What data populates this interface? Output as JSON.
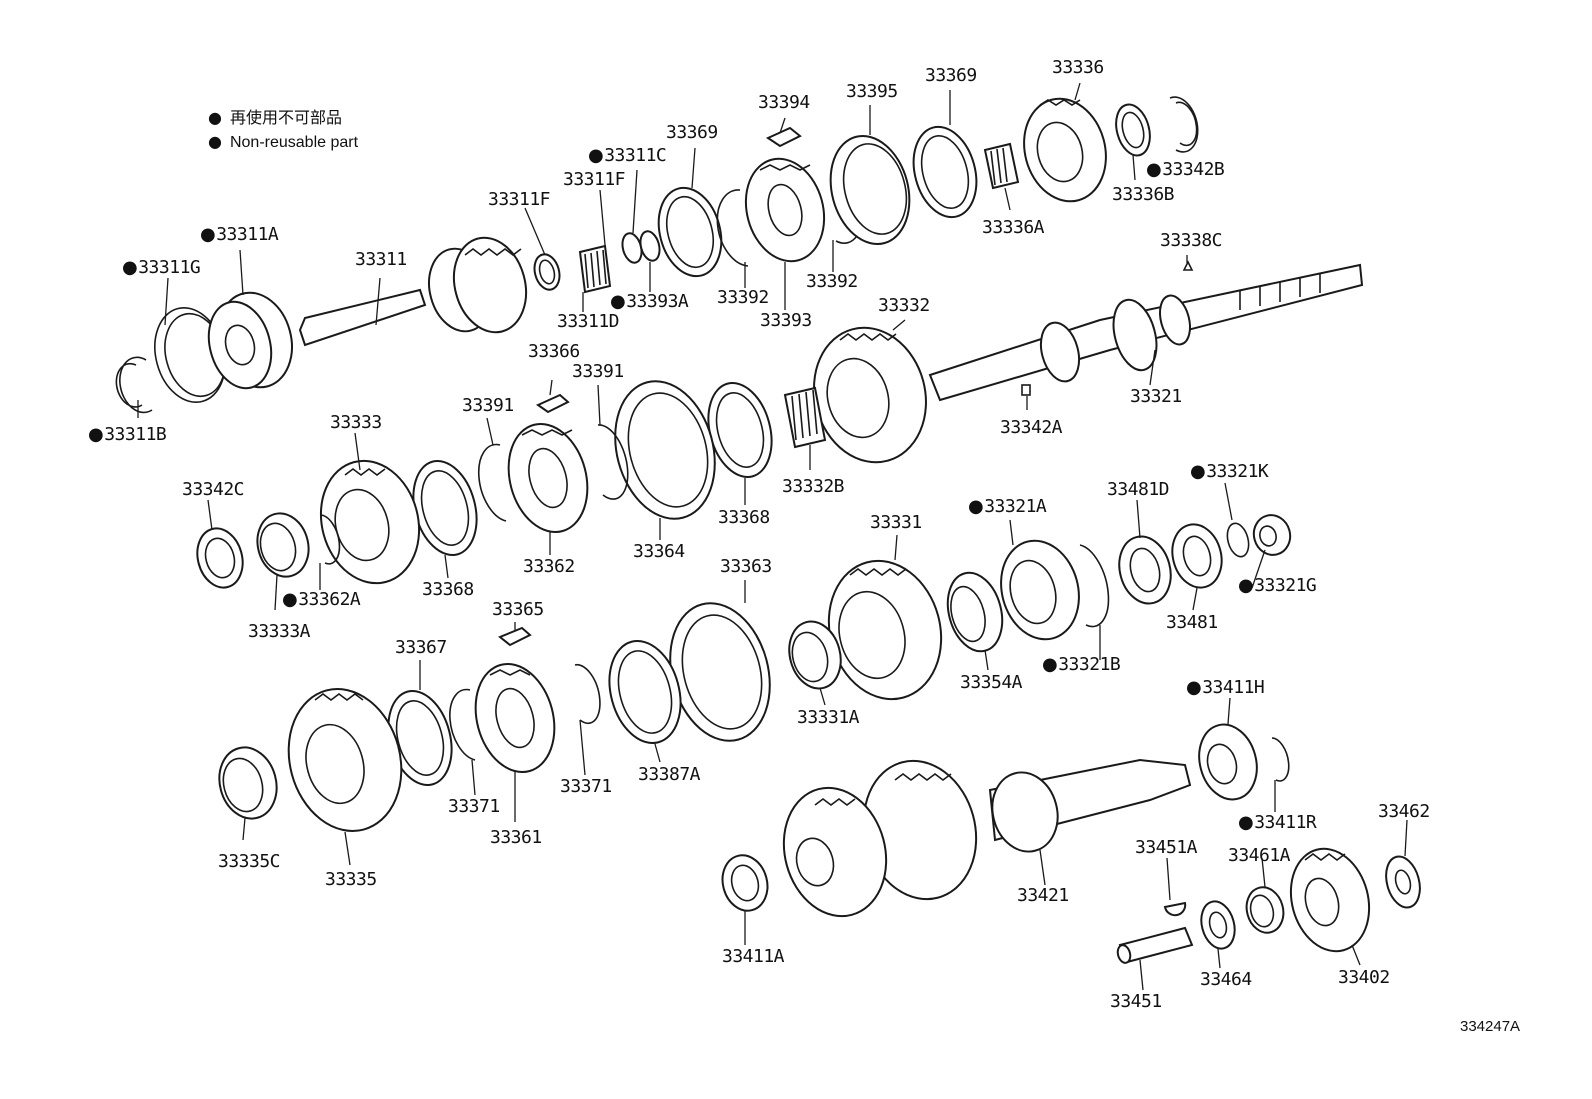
{
  "legend": {
    "bullet": "●",
    "japanese": "再使用不可部品",
    "english": "Non-reusable part"
  },
  "figure_code": "334247A",
  "labels": {
    "p33311G": "33311G",
    "p33311A": "33311A",
    "p33311": "33311",
    "p33311B": "33311B",
    "p33311F_a": "33311F",
    "p33311F_b": "33311F",
    "p33311C": "33311C",
    "p33311D": "33311D",
    "p33393A": "33393A",
    "p33369_a": "33369",
    "p33392_a": "33392",
    "p33393": "33393",
    "p33394": "33394",
    "p33392_b": "33392",
    "p33395": "33395",
    "p33369_b": "33369",
    "p33336A": "33336A",
    "p33336": "33336",
    "p33336B": "33336B",
    "p33342B": "33342B",
    "p33338C": "33338C",
    "p33321": "33321",
    "p33342A": "33342A",
    "p33332": "33332",
    "p33332B": "33332B",
    "p33366": "33366",
    "p33391_a": "33391",
    "p33391_b": "33391",
    "p33333": "33333",
    "p33342C": "33342C",
    "p33333A": "33333A",
    "p33362A": "33362A",
    "p33368_a": "33368",
    "p33362": "33362",
    "p33364": "33364",
    "p33368_b": "33368",
    "p33331": "33331",
    "p33321A": "33321A",
    "p33481D": "33481D",
    "p33321K": "33321K",
    "p33321G": "33321G",
    "p33481": "33481",
    "p33321B": "33321B",
    "p33354A": "33354A",
    "p33331A": "33331A",
    "p33363": "33363",
    "p33365": "33365",
    "p33367": "33367",
    "p33387A": "33387A",
    "p33371_a": "33371",
    "p33371_b": "33371",
    "p33361": "33361",
    "p33335C": "33335C",
    "p33335": "33335",
    "p33411H": "33411H",
    "p33411R": "33411R",
    "p33462": "33462",
    "p33461A": "33461A",
    "p33451A": "33451A",
    "p33421": "33421",
    "p33411A": "33411A",
    "p33464": "33464",
    "p33451": "33451",
    "p33402": "33402"
  }
}
